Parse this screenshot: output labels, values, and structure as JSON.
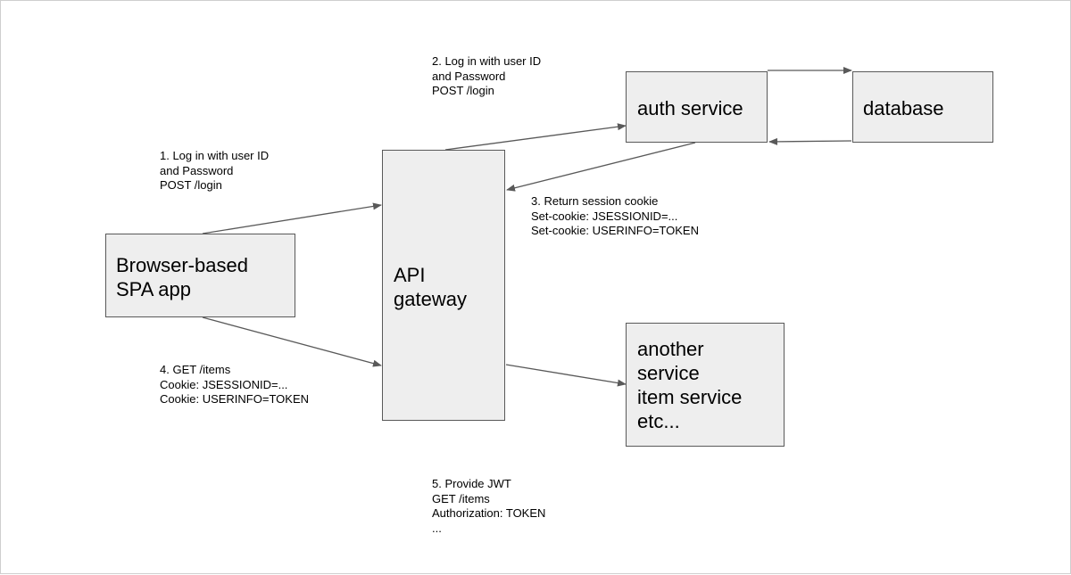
{
  "nodes": {
    "spa": "Browser-based\nSPA app",
    "gateway": "API\ngateway",
    "auth": "auth service",
    "database": "database",
    "other": "another\nservice\nitem service\netc..."
  },
  "notes": {
    "step1": "1. Log in with user ID\nand Password\nPOST /login",
    "step2": "2. Log in with user ID\nand Password\nPOST /login",
    "step3": "3. Return session cookie\nSet-cookie: JSESSIONID=...\nSet-cookie: USERINFO=TOKEN",
    "step4": "4. GET /items\nCookie: JSESSIONID=...\nCookie: USERINFO=TOKEN",
    "step5": "5. Provide JWT\nGET /items\nAuthorization: TOKEN\n..."
  },
  "colors": {
    "box_fill": "#eeeeee",
    "box_border": "#595959",
    "line": "#595959"
  }
}
